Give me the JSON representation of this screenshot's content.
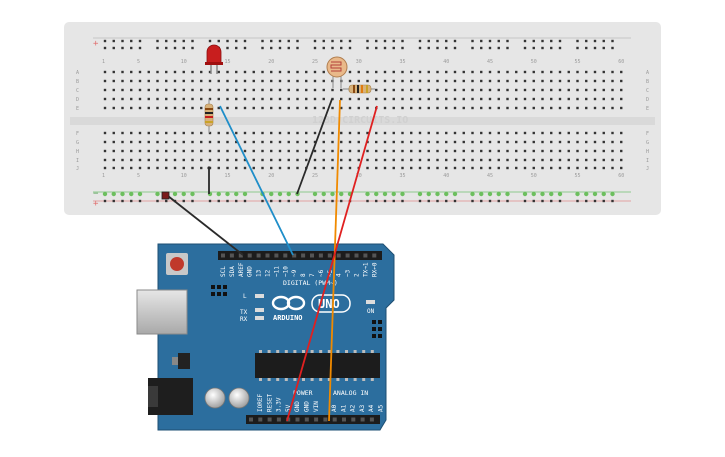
{
  "breadboard": {
    "column_numbers": [
      "1",
      "5",
      "10",
      "15",
      "20",
      "25",
      "30",
      "35",
      "40",
      "45",
      "50",
      "55",
      "60"
    ],
    "row_letters_top": [
      "A",
      "B",
      "C",
      "D",
      "E"
    ],
    "row_letters_bottom": [
      "F",
      "G",
      "H",
      "I",
      "J"
    ],
    "rail_minus": "−",
    "rail_plus": "+",
    "watermark": "123D CIRCUITS.IO"
  },
  "components": {
    "led_color": "#c81e1e",
    "photoresistor_color": "#e9b98a",
    "resistor_color": "#d8b27a"
  },
  "arduino": {
    "board_color": "#2c6e9e",
    "logo_text": "ARDUINO",
    "model_text": "UNO",
    "digital_label": "DIGITAL (PWM~)",
    "top_pin_labels": [
      "SCL",
      "SDA",
      "AREF",
      "GND",
      "13",
      "12",
      "~11",
      "~10",
      "~9",
      "8",
      "7",
      "~6",
      "~5",
      "4",
      "~3",
      "2",
      "TX→1",
      "RX←0"
    ],
    "led_l": "L",
    "led_tx": "TX",
    "led_rx": "RX",
    "on_label": "ON",
    "power_label": "POWER",
    "analog_label": "ANALOG IN",
    "power_pins": [
      "IOREF",
      "RESET",
      "3.3V",
      "5V",
      "GND",
      "GND",
      "VIN"
    ],
    "analog_pins": [
      "A0",
      "A1",
      "A2",
      "A3",
      "A4",
      "A5"
    ]
  },
  "wires": {
    "black": "#2a2a2a",
    "blue": "#1f8ec9",
    "orange": "#f08a00",
    "red": "#e02020"
  }
}
